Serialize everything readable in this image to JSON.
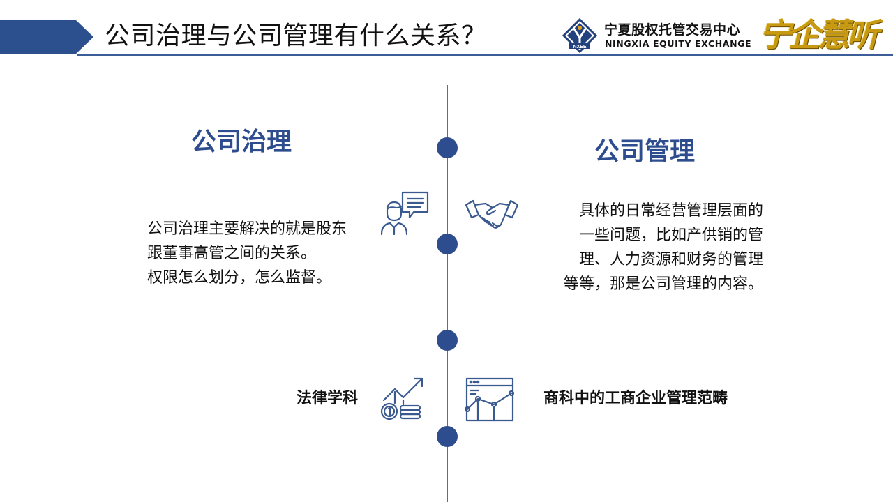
{
  "header": {
    "title": "公司治理与公司管理有什么关系？",
    "logo_text_cn": "宁夏股权托管交易中心",
    "logo_text_en": "NINGXIA  EQUITY  EXCHANGE",
    "logo_badge": "NXEE",
    "calligraphy": "宁企慧听",
    "accent_color": "#2c4f8e"
  },
  "left": {
    "heading": "公司治理",
    "description": [
      "公司治理主要解决的就是股东",
      "跟董事高管之间的关系。",
      "权限怎么划分，怎么监督。"
    ],
    "label": "法律学科",
    "icons": [
      "person-chat-icon",
      "coins-growth-icon"
    ]
  },
  "right": {
    "heading": "公司管理",
    "description": [
      "具体的日常经营管理层面的",
      "一些问题，比如产供销的管",
      "理、人力资源和财务的管理",
      "等等，那是公司管理的内容。"
    ],
    "label": "商科中的工商企业管理范畴",
    "icons": [
      "handshake-icon",
      "line-chart-window-icon"
    ]
  },
  "colors": {
    "heading": "#2e4d8f",
    "timeline": "#5a6e93",
    "dot": "#2e4d8f"
  }
}
